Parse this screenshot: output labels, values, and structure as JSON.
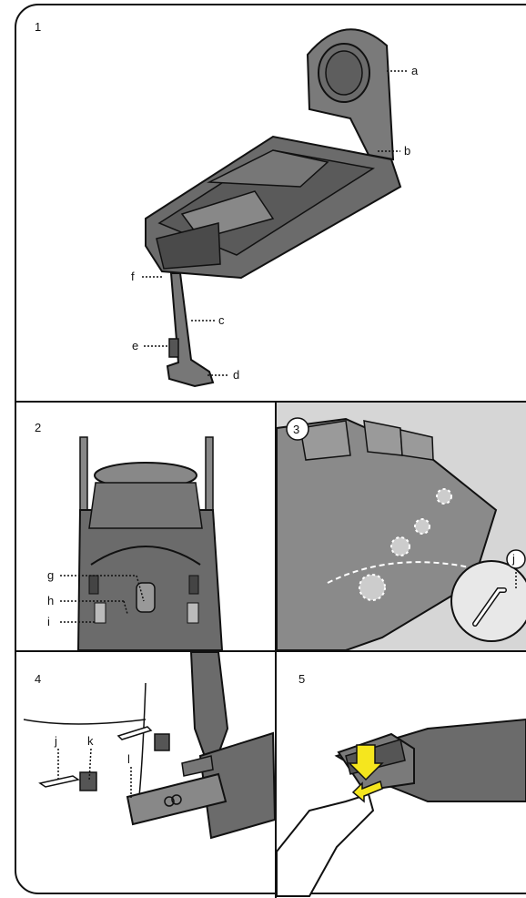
{
  "panels": {
    "p1": {
      "number": "1",
      "labels": {
        "a": "a",
        "b": "b",
        "c": "c",
        "d": "d",
        "e": "e",
        "f": "f"
      }
    },
    "p2": {
      "number": "2",
      "labels": {
        "g": "g",
        "h": "h",
        "i": "i"
      }
    },
    "p3": {
      "number": "3",
      "labels": {
        "j": "j"
      }
    },
    "p4": {
      "number": "4",
      "labels": {
        "j": "j",
        "k": "k",
        "l": "l"
      }
    },
    "p5": {
      "number": "5"
    }
  },
  "colors": {
    "body": "#6b6b6b",
    "dark": "#4a4a4a",
    "light": "#9a9a9a",
    "arrow": "#f5e61e"
  }
}
